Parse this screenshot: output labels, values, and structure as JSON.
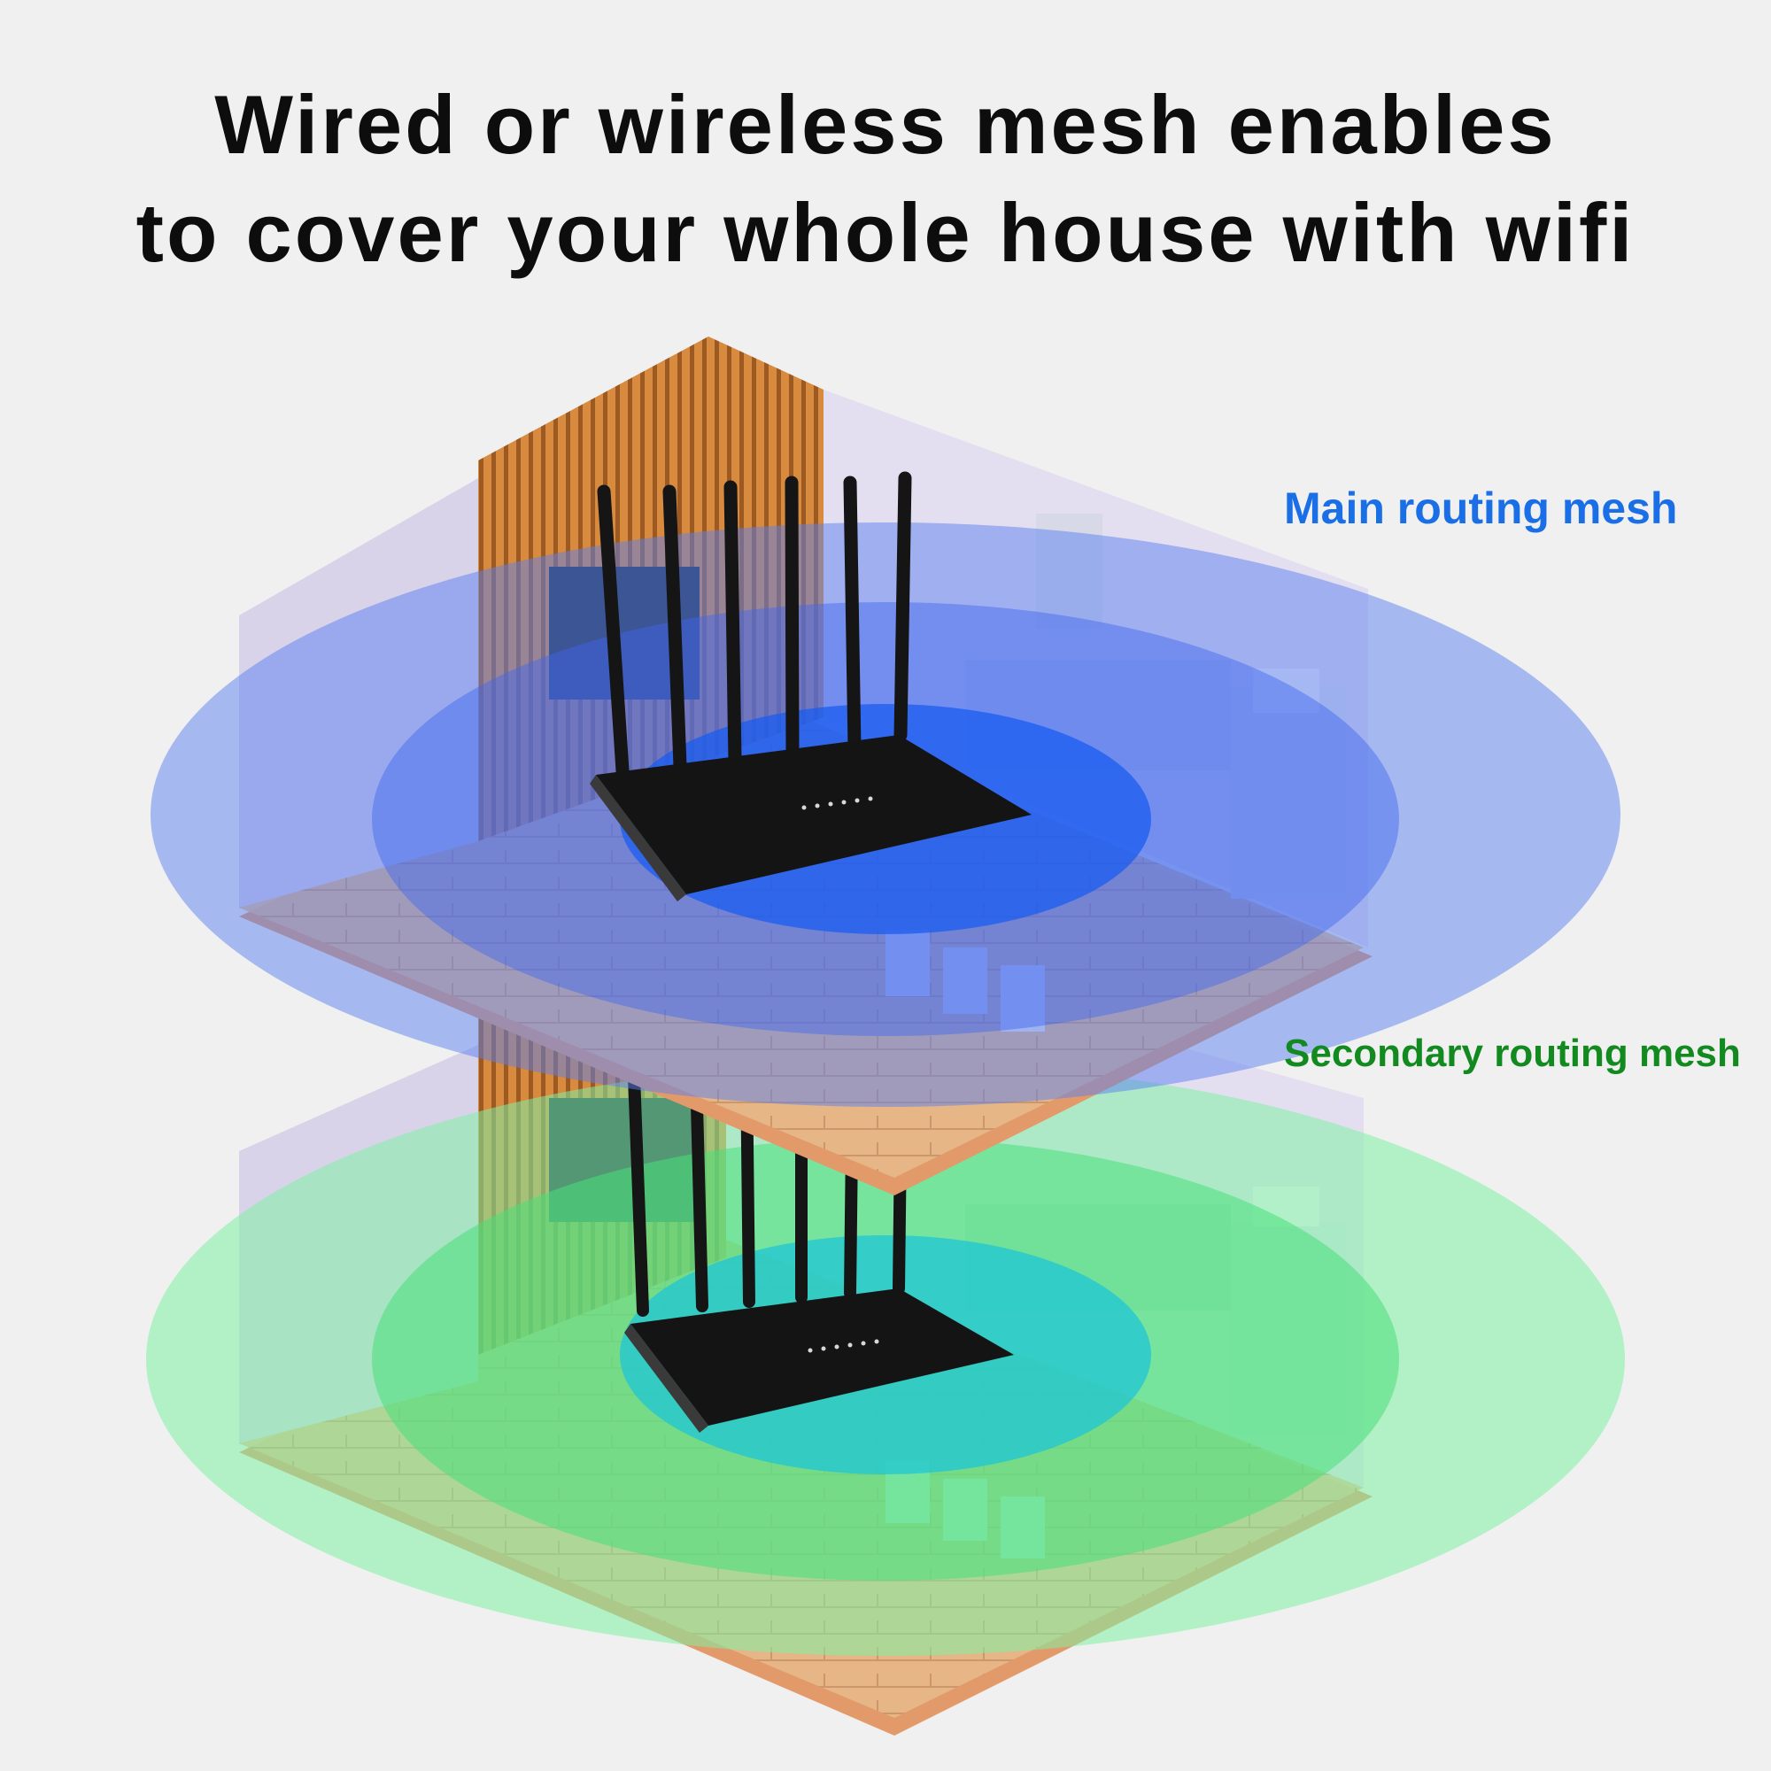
{
  "headline": {
    "line1": "Wired or wireless mesh enables",
    "line2": "to cover your whole house with wifi"
  },
  "labels": {
    "main": "Main routing mesh",
    "secondary": "Secondary routing mesh"
  },
  "colors": {
    "main_label": "#1a6fe6",
    "secondary_label": "#128a1f",
    "main_mesh": "#3d6bf0",
    "secondary_mesh": "#3de86e",
    "router": "#141414",
    "background": "#f0f0f0"
  },
  "illustration": {
    "floors": [
      "upper-floor",
      "lower-floor"
    ],
    "router_antenna_count": 6,
    "router_led_count": 6
  }
}
